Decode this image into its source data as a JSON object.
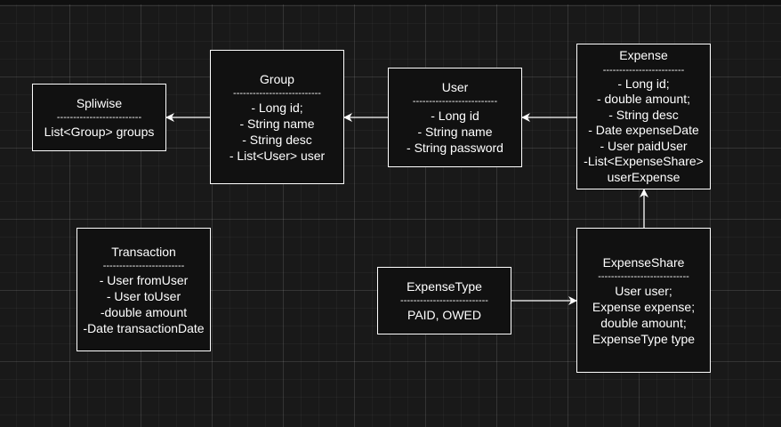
{
  "diagram": {
    "nodes": {
      "spliwise": {
        "title": "Spliwise",
        "separator": "--------------------------",
        "lines": [
          "List<Group> groups"
        ]
      },
      "group": {
        "title": "Group",
        "separator": "---------------------------",
        "lines": [
          "- Long id;",
          "- String name",
          "- String desc",
          "- List<User> user"
        ]
      },
      "user": {
        "title": "User",
        "separator": "--------------------------",
        "lines": [
          "- Long id",
          "- String name",
          "- String password"
        ]
      },
      "expense": {
        "title": "Expense",
        "separator": "-------------------------",
        "lines": [
          "- Long id;",
          "- double amount;",
          "- String desc",
          "- Date expenseDate",
          "- User paidUser",
          "-List<ExpenseShare>",
          "userExpense"
        ]
      },
      "transaction": {
        "title": "Transaction",
        "separator": "-------------------------",
        "lines": [
          "- User fromUser",
          "- User toUser",
          "-double amount",
          "-Date transactionDate"
        ]
      },
      "expense_type": {
        "title": "ExpenseType",
        "separator": "---------------------------",
        "lines": [
          "PAID, OWED"
        ]
      },
      "expense_share": {
        "title": "ExpenseShare",
        "separator": "----------------------------",
        "lines": [
          "User user;",
          "Expense expense;",
          "double  amount;",
          "ExpenseType type"
        ]
      }
    },
    "edges": [
      {
        "from": "group",
        "to": "spliwise"
      },
      {
        "from": "user",
        "to": "group"
      },
      {
        "from": "expense",
        "to": "user"
      },
      {
        "from": "expense_share",
        "to": "expense"
      },
      {
        "from": "expense_type",
        "to": "expense_share"
      }
    ],
    "colors": {
      "stroke": "#ffffff",
      "node_fill": "#111111",
      "background": "#191919"
    }
  }
}
